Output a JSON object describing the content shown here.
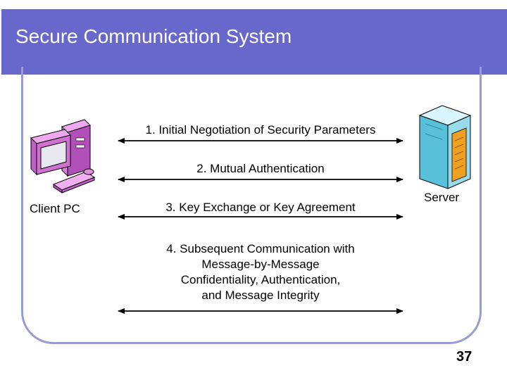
{
  "slide": {
    "title": "Secure Communication System",
    "page_number": "37"
  },
  "diagram": {
    "client_label": "Client PC",
    "server_label": "Server",
    "steps": [
      "1. Initial Negotiation of Security Parameters",
      "2. Mutual Authentication",
      "3. Key Exchange or Key Agreement",
      [
        "4. Subsequent Communication with",
        "Message-by-Message",
        "Confidentiality, Authentication,",
        "and Message Integrity"
      ]
    ]
  }
}
